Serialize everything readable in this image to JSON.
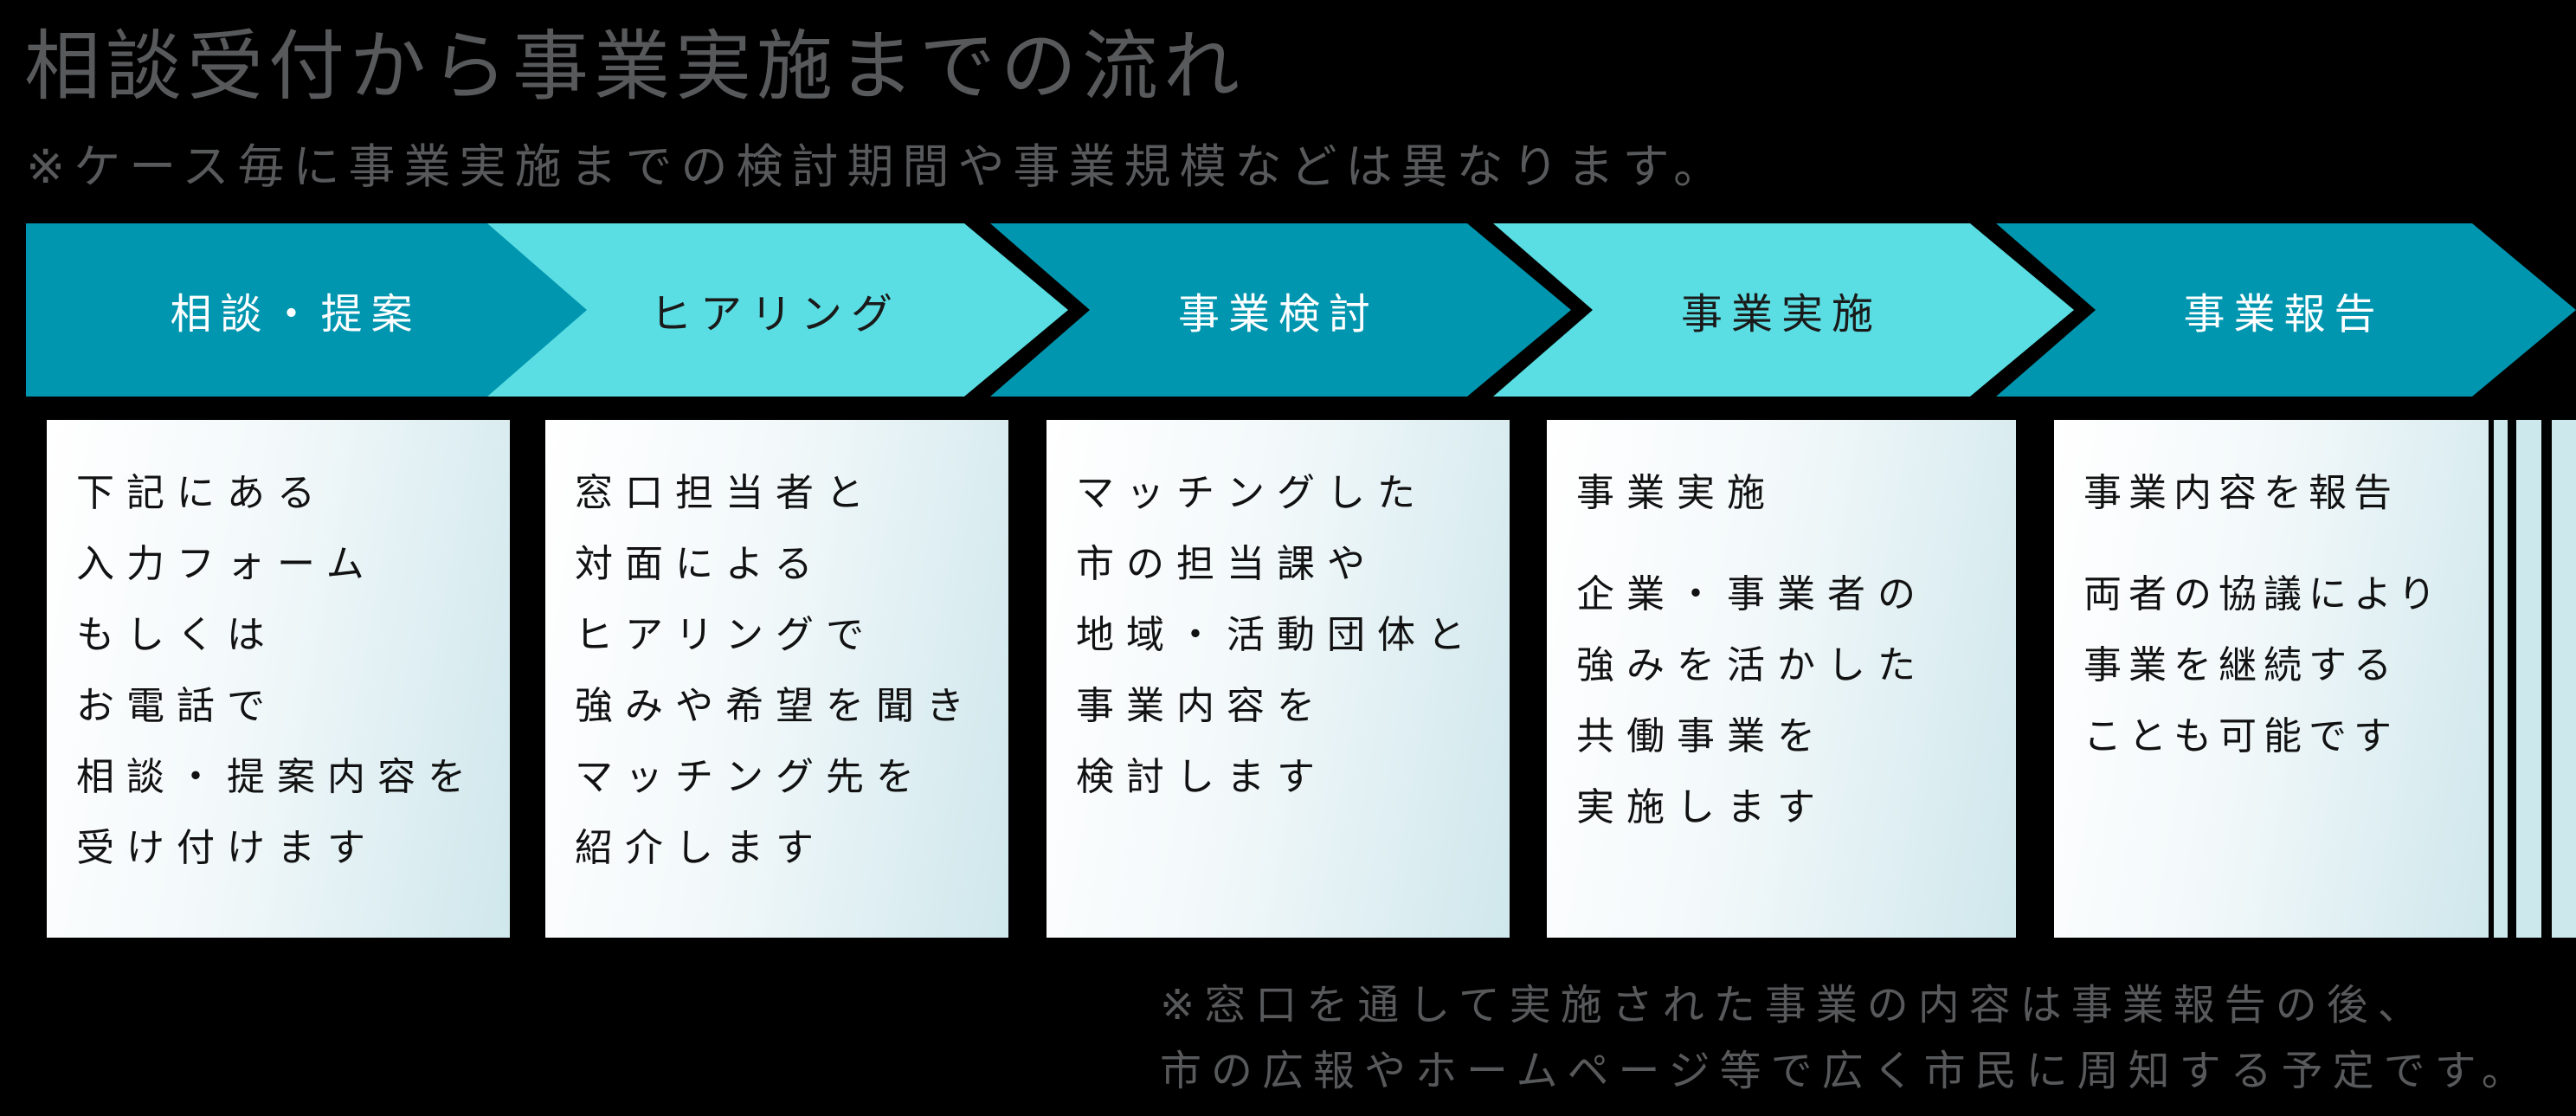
{
  "page": {
    "background_color": "#000000"
  },
  "header": {
    "title": "相談受付から事業実施までの流れ",
    "subtitle": "※ケース毎に事業実施までの検討期間や事業規模などは異なります。",
    "text_color": "#58595b"
  },
  "flow": {
    "dark_arrow_color": "#0096b0",
    "light_arrow_color": "#5adee3",
    "outline_color": "#000000",
    "steps": [
      {
        "label": "相談・提案",
        "color": "#0096b0",
        "text_color": "#ffffff"
      },
      {
        "label": "ヒアリング",
        "color": "#5adee3",
        "text_color": "#1a1a1a"
      },
      {
        "label": "事業検討",
        "color": "#0096b0",
        "text_color": "#ffffff"
      },
      {
        "label": "事業実施",
        "color": "#5adee3",
        "text_color": "#1a1a1a"
      },
      {
        "label": "事業報告",
        "color": "#0096b0",
        "text_color": "#ffffff"
      }
    ]
  },
  "cards": [
    {
      "paragraphs": [
        [
          "下記にある",
          "入力フォーム",
          "もしくは",
          "お電話で",
          "相談・提案内容を",
          "受け付けます"
        ]
      ]
    },
    {
      "paragraphs": [
        [
          "窓口担当者と",
          "対面による",
          "ヒアリングで",
          "強みや希望を聞き",
          "マッチング先を",
          "紹介します"
        ]
      ]
    },
    {
      "paragraphs": [
        [
          "マッチングした",
          "市の担当課や",
          "地域・活動団体と",
          "事業内容を",
          "検討します"
        ]
      ]
    },
    {
      "paragraphs": [
        [
          "事業実施"
        ],
        [
          "企業・事業者の",
          "強みを活かした",
          "共働事業を",
          "実施します"
        ]
      ]
    },
    {
      "paragraphs": [
        [
          "事業内容を報告"
        ],
        [
          "両者の協議により",
          "事業を継続する",
          "ことも可能です"
        ]
      ]
    }
  ],
  "edge_stripes": {
    "color": "#cde8ec",
    "count": 3
  },
  "footnote": {
    "lines": [
      "※窓口を通して実施された事業の内容は事業報告の後、",
      "市の広報やホームページ等で広く市民に周知する予定です。"
    ],
    "text_color": "#58595b"
  }
}
